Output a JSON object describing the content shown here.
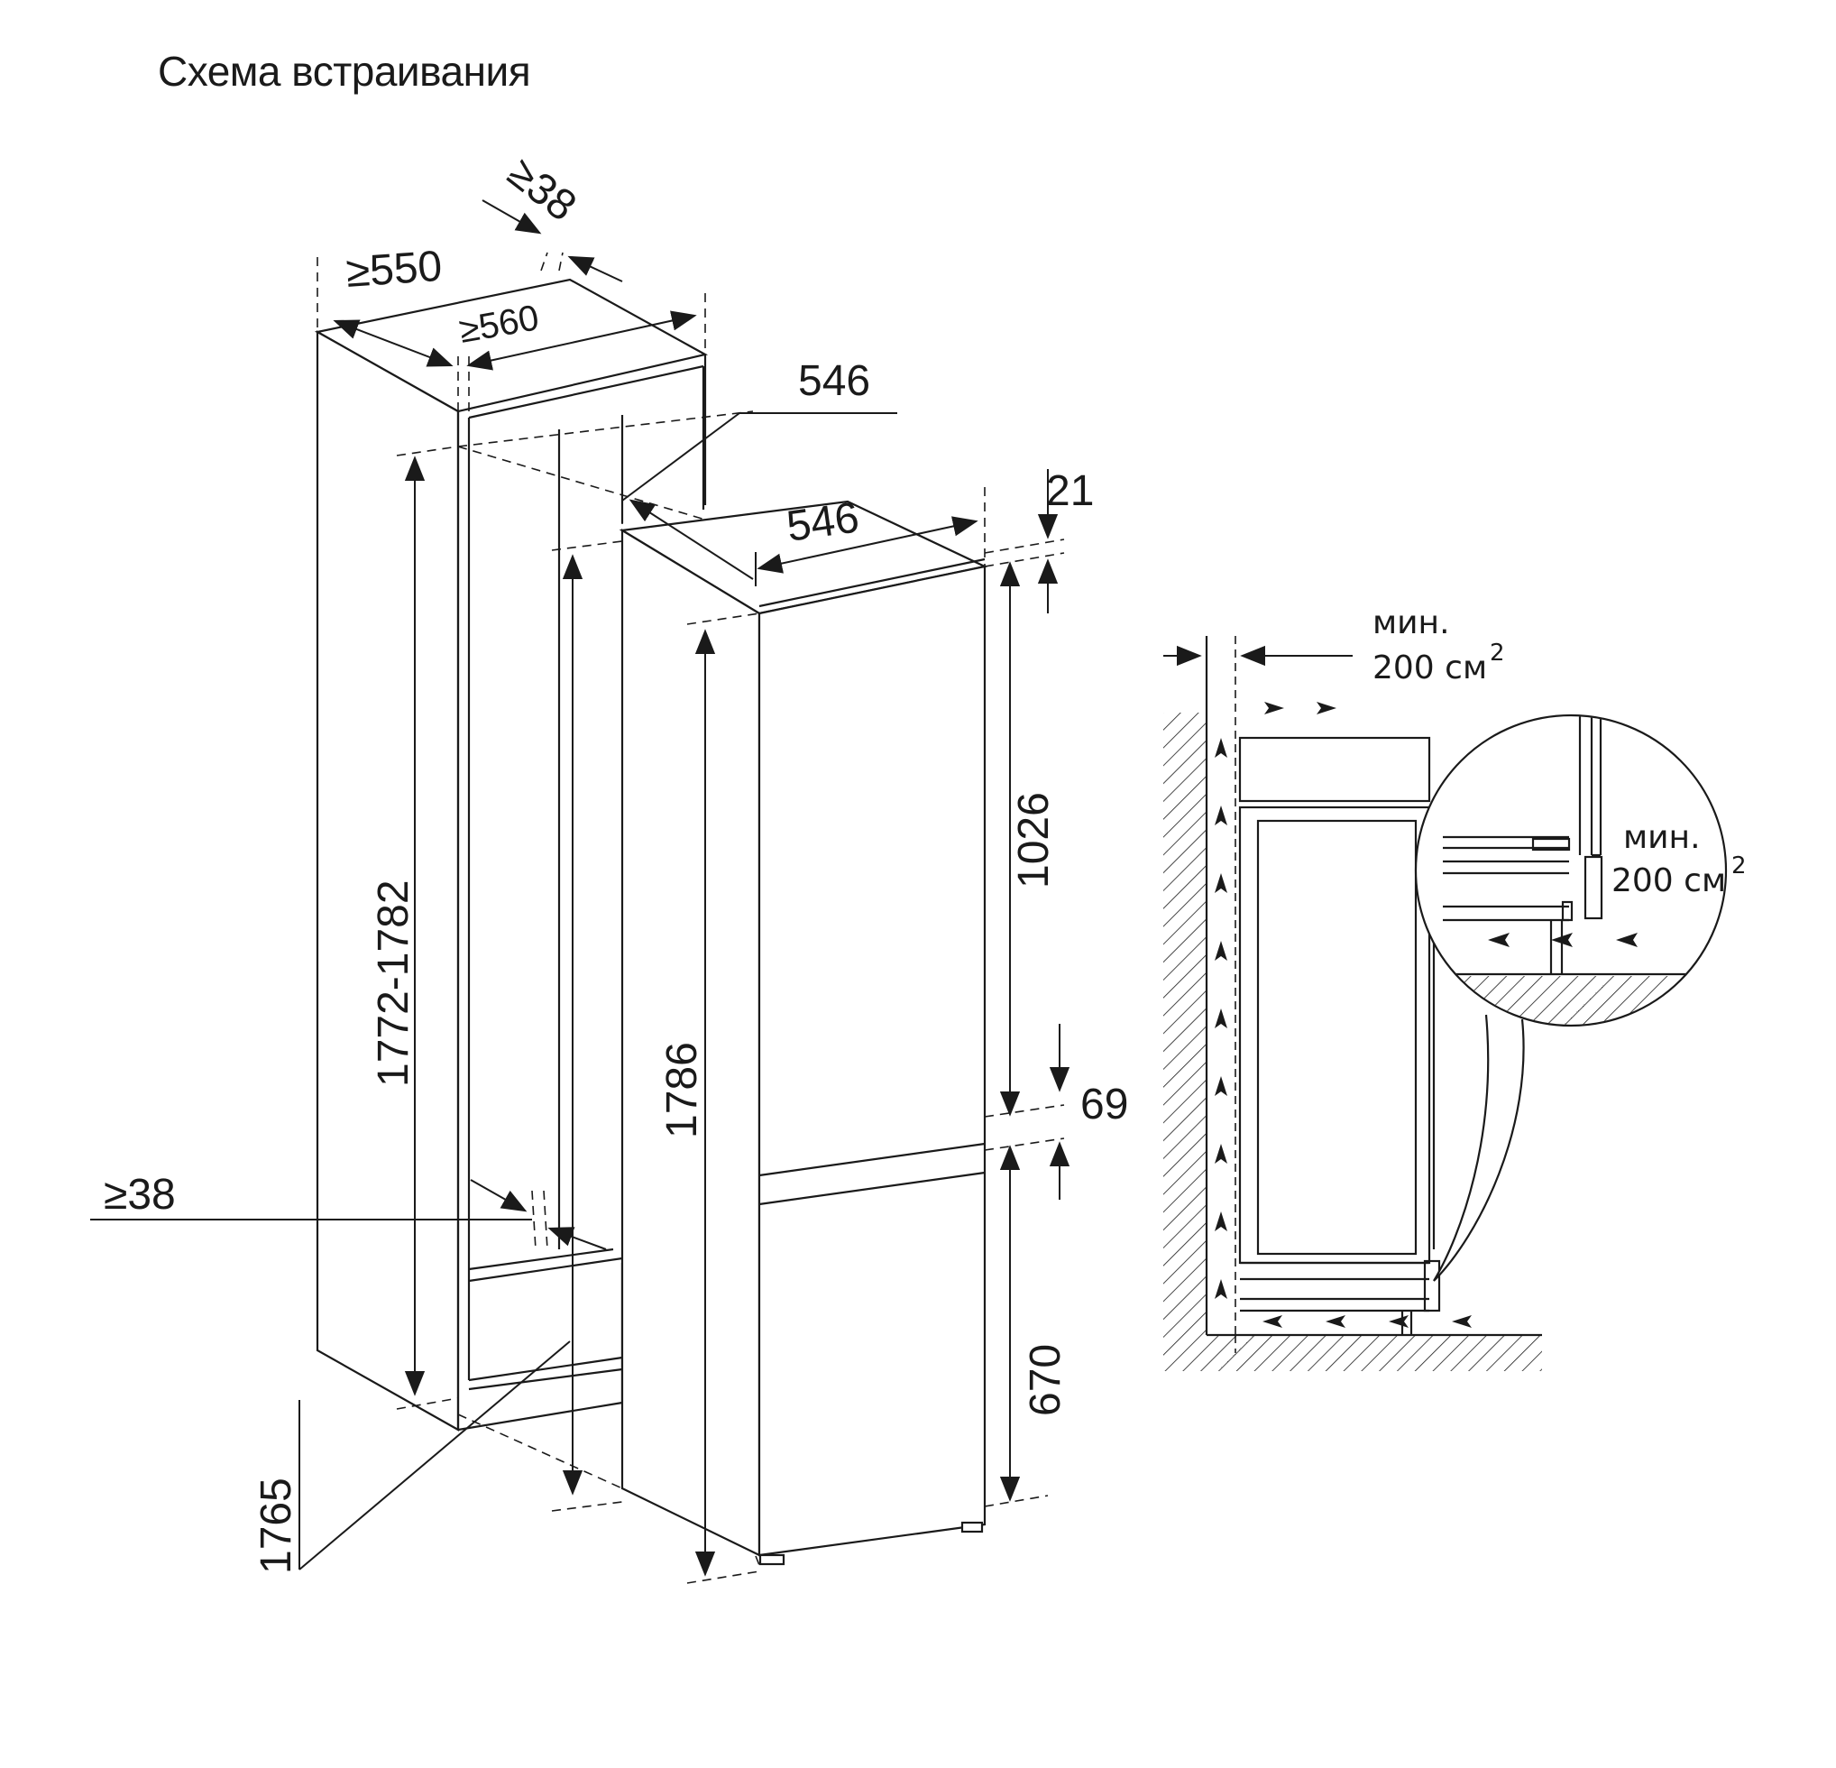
{
  "title": "Схема встраивания",
  "dimensions": {
    "niche_depth": "≥550",
    "niche_width": "≥560",
    "top_gap": "≥38",
    "niche_height": "1772-1782",
    "bottom_gap": "≥38",
    "niche_min": "1765",
    "width_top": "546",
    "width_front": "546",
    "gap_top": "21",
    "total_height": "1786",
    "upper_door": "1026",
    "door_gap": "69",
    "lower_door": "670"
  },
  "ventilation": {
    "top_label_line1": "мин.",
    "top_label_line2": "200 см",
    "top_sup": "2",
    "detail_label_line1": "мин.",
    "detail_label_line2": "200 см",
    "detail_sup": "2"
  },
  "colors": {
    "line": "#1a1a1a",
    "background": "#ffffff"
  }
}
